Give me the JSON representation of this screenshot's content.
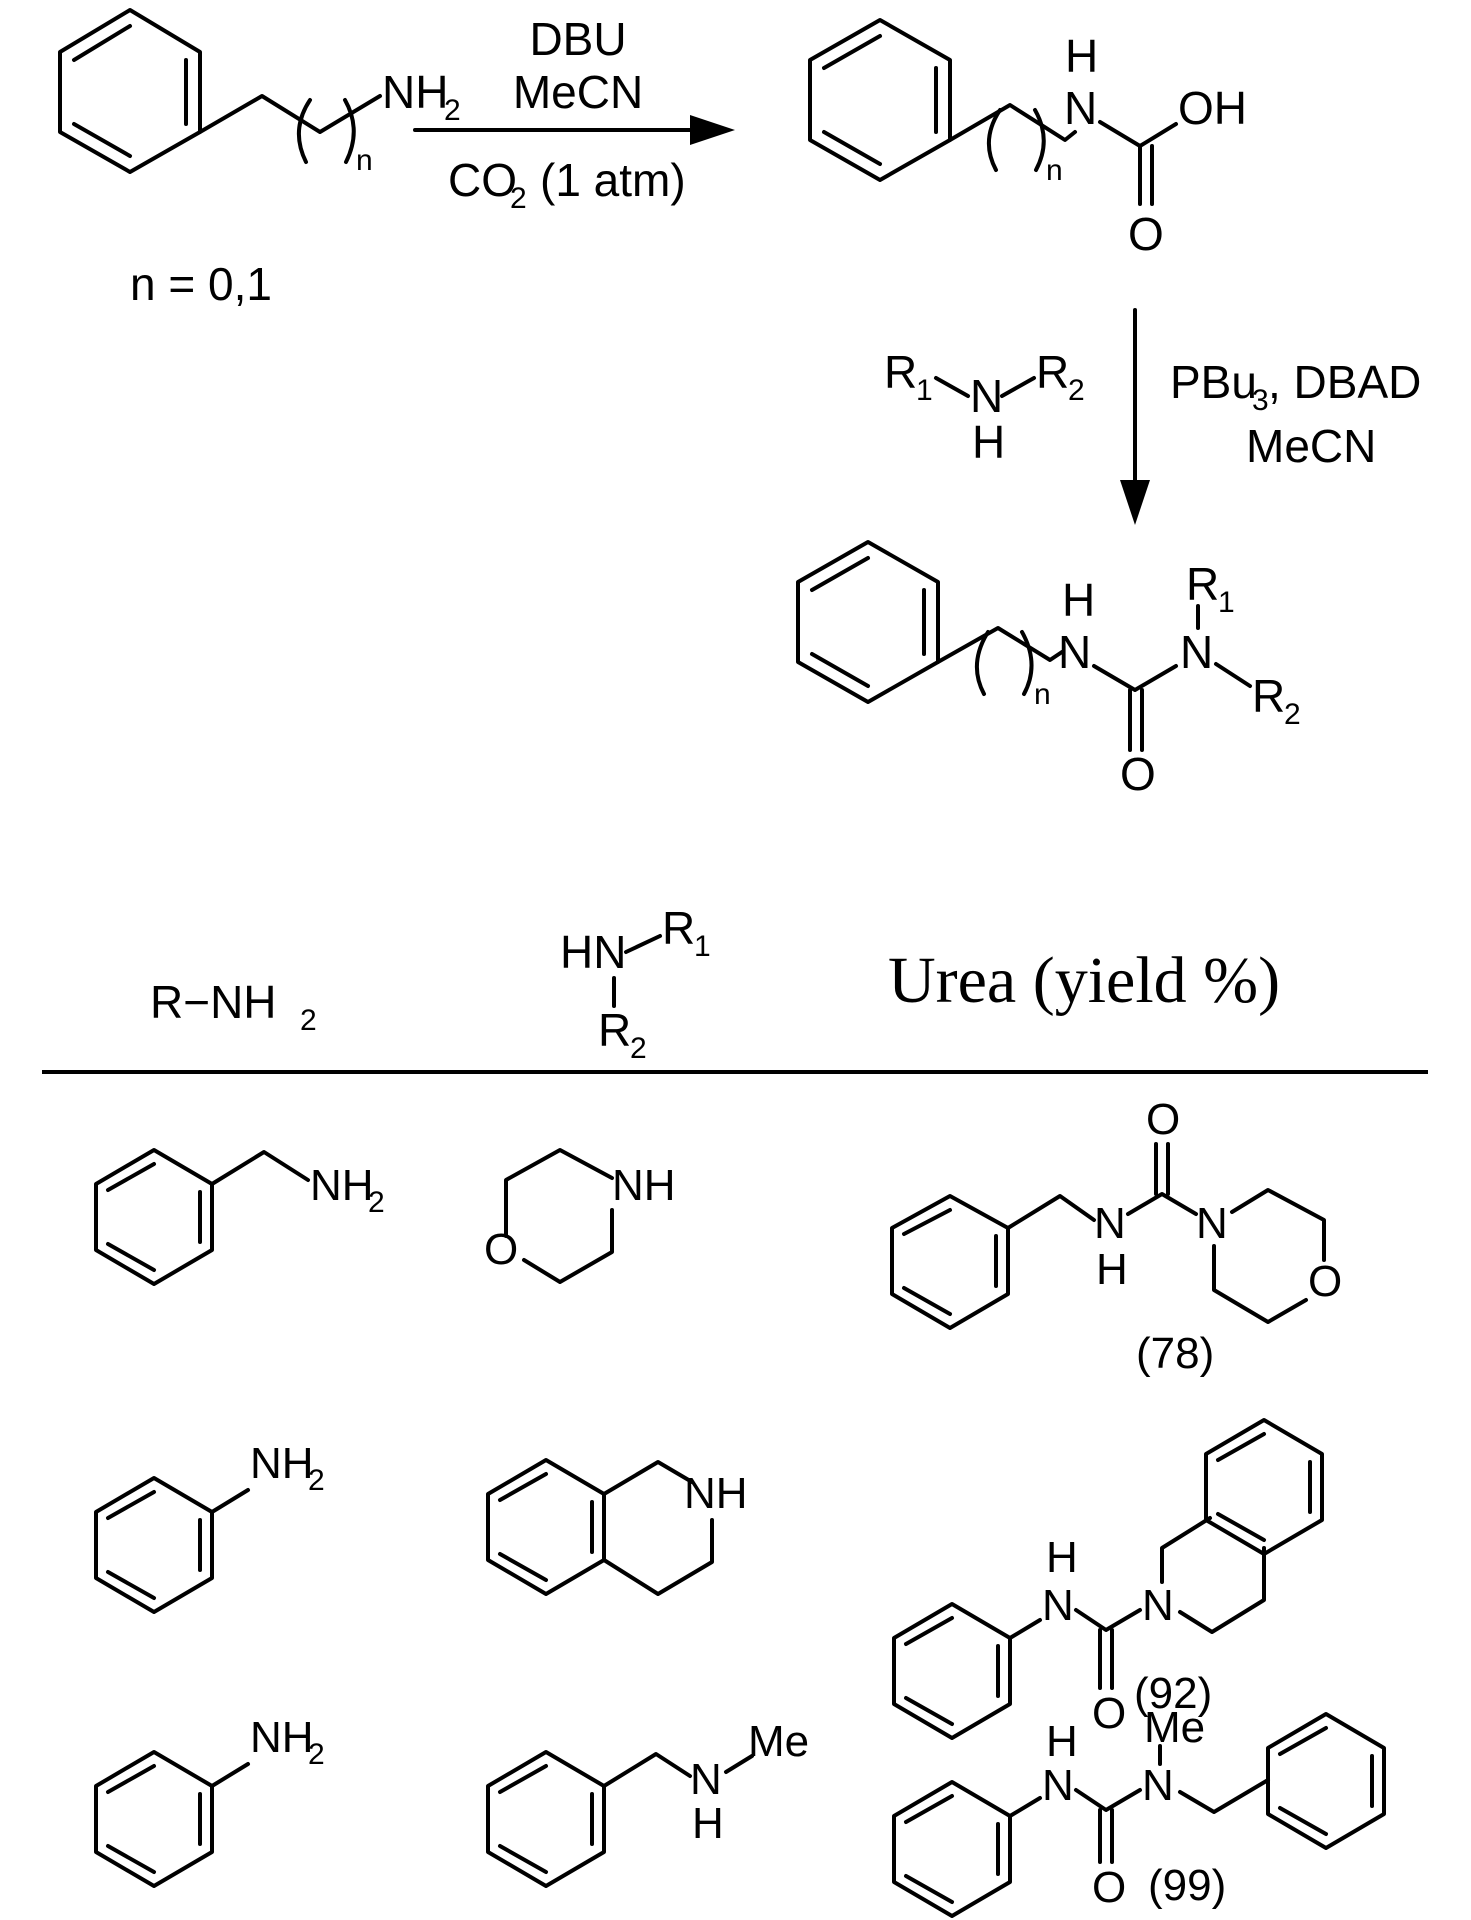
{
  "scheme": {
    "start": {
      "amine_label": "NH",
      "subscript_2": "2",
      "repeat_n": "n",
      "n_values": "n = 0,1"
    },
    "step1": {
      "above_1": "DBU",
      "above_2": "MeCN",
      "below": "CO",
      "below_sub": "2",
      "below_rest": "(1 atm)"
    },
    "carbamic_acid": {
      "nh_top": "H",
      "nh_n": "N",
      "oh": "OH",
      "carbonyl_o": "O",
      "repeat_n": "n"
    },
    "step2": {
      "amine": {
        "r1": "R",
        "r1_sub": "1",
        "n": "N",
        "r2": "R",
        "r2_sub": "2",
        "h": "H"
      },
      "reagents_1": "PBu",
      "reagents_1_sub": "3",
      "reagents_1_rest": ", DBAD",
      "reagents_2": "MeCN"
    },
    "urea_product": {
      "nh_top": "H",
      "nh_n": "N",
      "n2": "N",
      "r1": "R",
      "r1_sub": "1",
      "r2": "R",
      "r2_sub": "2",
      "o": "O",
      "repeat_n": "n"
    }
  },
  "table": {
    "headers": {
      "col1": "R−NH",
      "col1_sub": "2",
      "col2_hn": "HN",
      "col2_r1": "R",
      "col2_r1_sub": "1",
      "col2_r2": "R",
      "col2_r2_sub": "2",
      "col3": "Urea (yield %)"
    },
    "rows": [
      {
        "amine": "benzylamine",
        "amine_label": "NH",
        "amine_sub": "2",
        "partner": "morpholine",
        "partner_nh": "NH",
        "partner_o": "O",
        "urea_labels": {
          "o": "O",
          "nh_n": "N",
          "nh_h": "H",
          "n": "N",
          "ring_o": "O"
        },
        "yield": "(78)"
      },
      {
        "amine": "aniline",
        "amine_label": "NH",
        "amine_sub": "2",
        "partner": "tetrahydroisoquinoline",
        "partner_nh": "NH",
        "urea_labels": {
          "nh_h": "H",
          "nh_n": "N",
          "n": "N",
          "o": "O"
        },
        "yield": "(92)"
      },
      {
        "amine": "aniline",
        "amine_label": "NH",
        "amine_sub": "2",
        "partner": "N-methylbenzylamine",
        "partner_n": "N",
        "partner_h": "H",
        "partner_me": "Me",
        "urea_labels": {
          "nh_h": "H",
          "nh_n": "N",
          "n": "N",
          "me": "Me",
          "o": "O"
        },
        "yield": "(99)"
      }
    ]
  }
}
